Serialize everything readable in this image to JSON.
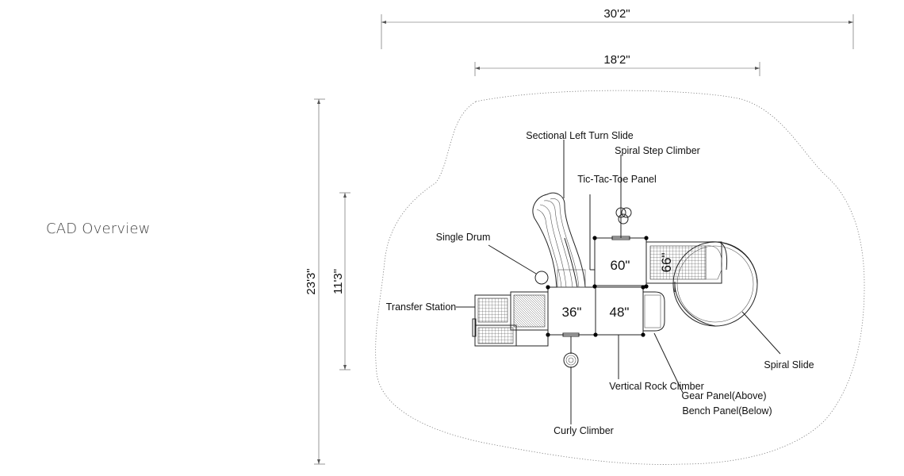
{
  "title": "CAD Overview",
  "dimensions": {
    "overall_width": "30'2\"",
    "deck_width": "18'2\"",
    "overall_depth": "23'3\"",
    "deck_depth": "11'3\""
  },
  "decks": {
    "d60": "60\"",
    "d66": "66\"",
    "d36": "36\"",
    "d48": "48\""
  },
  "callouts": {
    "sectional_left_turn_slide": "Sectional Left Turn Slide",
    "spiral_step_climber": "Spiral Step Climber",
    "tic_tac_toe_panel": "Tic-Tac-Toe Panel",
    "single_drum": "Single Drum",
    "transfer_station": "Transfer Station",
    "spiral_slide": "Spiral Slide",
    "vertical_rock_climber": "Vertical Rock Climber",
    "gear_panel": "Gear Panel(Above)",
    "bench_panel": "Bench Panel(Below)",
    "curly_climber": "Curly Climber"
  }
}
